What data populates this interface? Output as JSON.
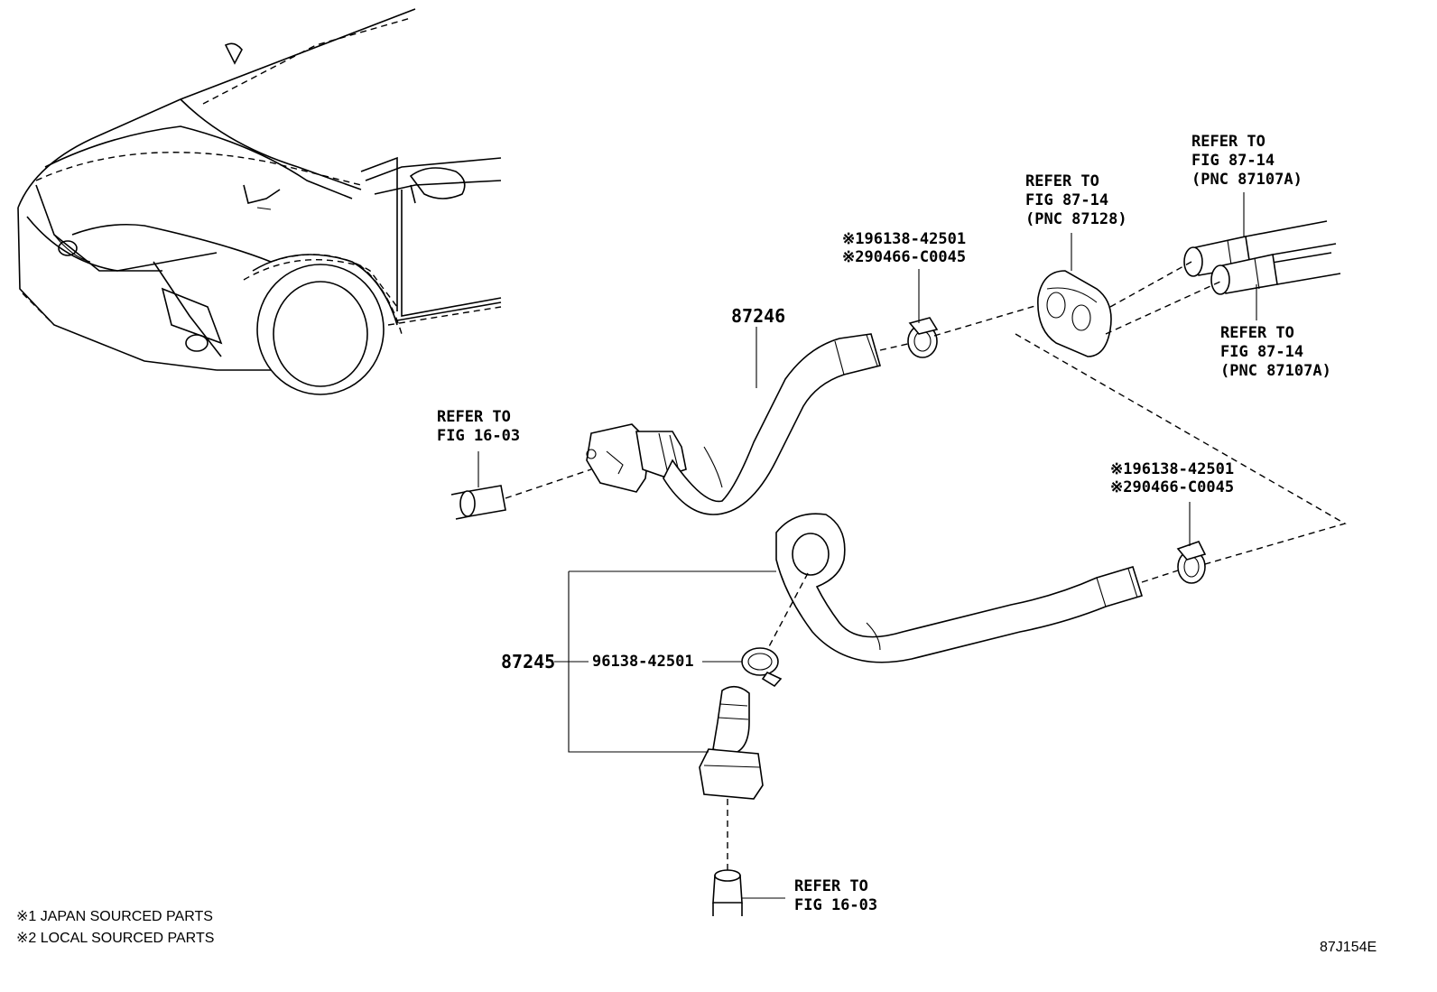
{
  "callouts": {
    "hose_upper": "87246",
    "hose_lower": "87245",
    "clamp_lower": "96138-42501",
    "clamp_upper_line1": "※196138-42501",
    "clamp_upper_line2": "※290466-C0045",
    "clamp_right_line1": "※196138-42501",
    "clamp_right_line2": "※290466-C0045"
  },
  "refs": {
    "fig_16_03_upper": [
      "REFER TO",
      "FIG 16-03"
    ],
    "fig_16_03_lower": [
      "REFER TO",
      "FIG 16-03"
    ],
    "fig_87_14_grommet": [
      "REFER TO",
      "FIG 87-14",
      "(PNC 87128)"
    ],
    "fig_87_14_pipe_top": [
      "REFER TO",
      "FIG 87-14",
      "(PNC 87107A)"
    ],
    "fig_87_14_pipe_bottom": [
      "REFER TO",
      "FIG 87-14",
      "(PNC 87107A)"
    ]
  },
  "notes": {
    "japan": "※1 JAPAN SOURCED PARTS",
    "local": "※2 LOCAL SOURCED PARTS"
  },
  "figure_code": "87J154E"
}
